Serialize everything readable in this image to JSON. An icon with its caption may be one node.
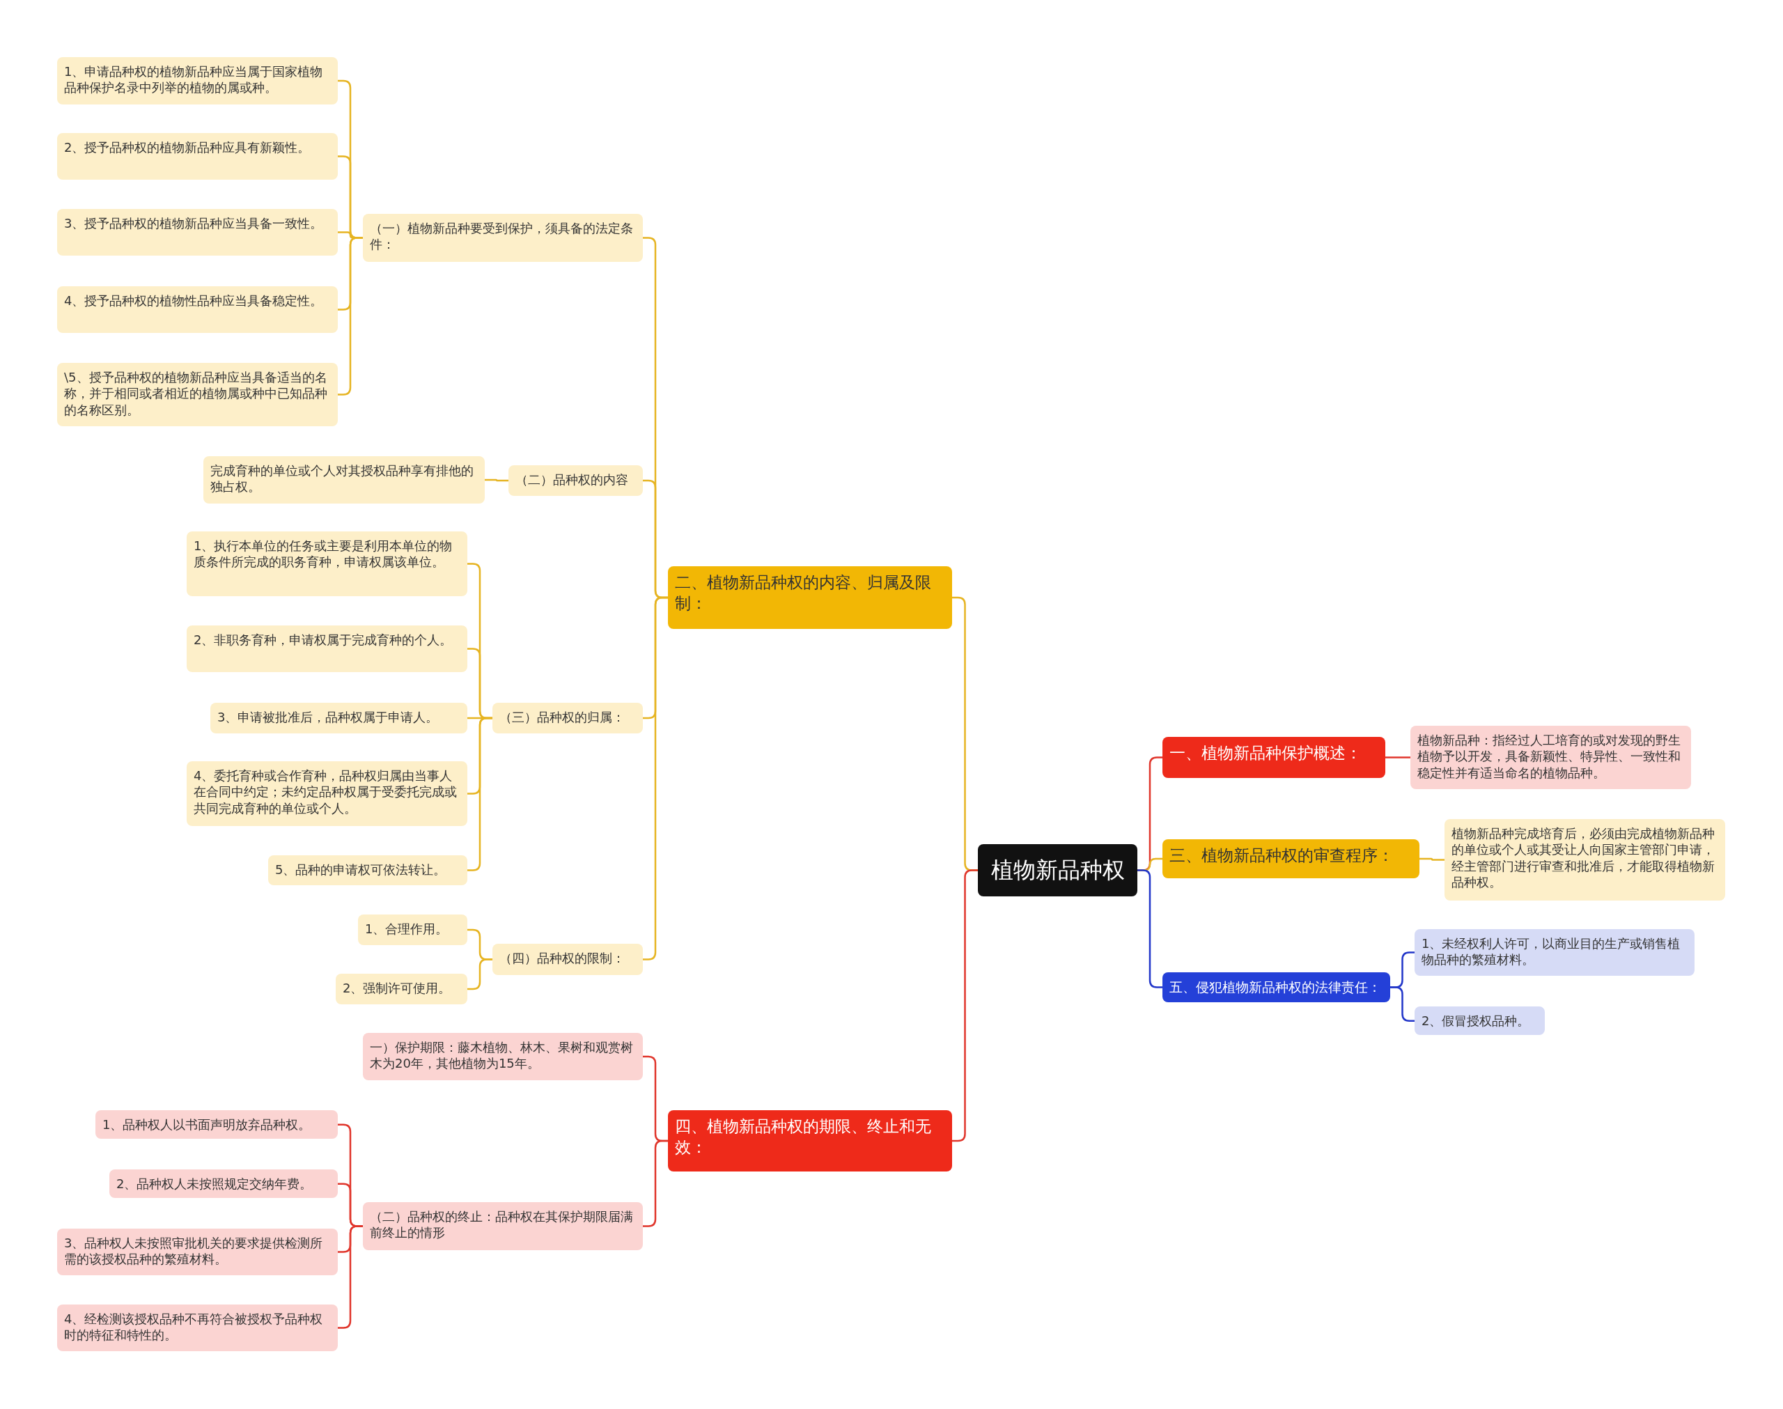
{
  "diagram": {
    "nodes": [
      {
        "text": [
          "植物新品种权"
        ]
      },
      {
        "text": [
          "一、植物新品种保护概述："
        ]
      },
      {
        "text": [
          "植物新品种：指经过人工培育的或对发现的野生植物予以开发，具备新颖性、特异性、一致性和稳定性并有适当命名的植物品种。"
        ]
      },
      {
        "text": [
          "三、植物新品种权的审查程序："
        ]
      },
      {
        "text": [
          "植物新品种完成培育后，必须由完成植物新品种的单位或个人或其受让人向国家主管部门申请，经主管部门进行审查和批准后，才能取得植物新品种权。"
        ]
      },
      {
        "text": [
          "五、侵犯植物新品种权的法律责任："
        ]
      },
      {
        "text": [
          "1、未经权利人许可，以商业目的生产或销售植物品种的繁殖材料。"
        ]
      },
      {
        "text": [
          "2、假冒授权品种。"
        ]
      },
      {
        "text": [
          "二、植物新品种权的内容、归属及限制："
        ]
      },
      {
        "text": [
          "（一）植物新品种要受到保护，须具备的法定条件："
        ]
      },
      {
        "text": [
          "1、申请品种权的植物新品种应当属于国家植物品种保护名录中列举的植物的属或种。"
        ]
      },
      {
        "text": [
          "2、授予品种权的植物新品种应具有新颖性。"
        ]
      },
      {
        "text": [
          "3、授予品种权的植物新品种应当具备一致性。"
        ]
      },
      {
        "text": [
          "4、授予品种权的植物性品种应当具备稳定性。"
        ]
      },
      {
        "text": [
          "\\5、授予品种权的植物新品种应当具备适当的名称，并于相同或者相近的植物属或种中已知品种的名称区别。"
        ]
      },
      {
        "text": [
          "（二）品种权的内容"
        ]
      },
      {
        "text": [
          "完成育种的单位或个人对其授权品种享有排他的独占权。"
        ]
      },
      {
        "text": [
          "（三）品种权的归属："
        ]
      },
      {
        "text": [
          "1、执行本单位的任务或主要是利用本单位的物质条件所完成的职务育种，申请权属该单位。"
        ]
      },
      {
        "text": [
          "2、非职务育种，申请权属于完成育种的个人。"
        ]
      },
      {
        "text": [
          "3、申请被批准后，品种权属于申请人。"
        ]
      },
      {
        "text": [
          "4、委托育种或合作育种，品种权归属由当事人在合同中约定；未约定品种权属于受委托完成或共同完成育种的单位或个人。"
        ]
      },
      {
        "text": [
          "5、品种的申请权可依法转让。"
        ]
      },
      {
        "text": [
          "（四）品种权的限制："
        ]
      },
      {
        "text": [
          "1、合理作用。"
        ]
      },
      {
        "text": [
          "2、强制许可使用。"
        ]
      },
      {
        "text": [
          "四、植物新品种权的期限、终止和无效："
        ]
      },
      {
        "text": [
          "一）保护期限：藤木植物、林木、果树和观赏树木为20年，其他植物为15年。"
        ]
      },
      {
        "text": [
          "（二）品种权的终止：品种权在其保护期限届满前终止的情形"
        ]
      },
      {
        "text": [
          "1、品种权人以书面声明放弃品种权。"
        ]
      },
      {
        "text": [
          "2、品种权人未按照规定交纳年费。"
        ]
      },
      {
        "text": [
          "3、品种权人未按照审批机关的要求提供检测所需的该授权品种的繁殖材料。"
        ]
      },
      {
        "text": [
          "4、经检测该授权品种不再符合被授权予品种权时的特征和特性的。"
        ]
      }
    ],
    "edges": [
      {
        "from": 0,
        "to": 1,
        "arrow": "none",
        "color": "#e0352b"
      },
      {
        "from": 1,
        "to": 2,
        "arrow": "none",
        "color": "#e0352b"
      },
      {
        "from": 0,
        "to": 3,
        "arrow": "none"
      },
      {
        "from": 3,
        "to": 4,
        "arrow": "none"
      },
      {
        "from": 0,
        "to": 5,
        "arrow": "none",
        "color": "#2236c9"
      },
      {
        "from": 5,
        "to": 6,
        "arrow": "none",
        "color": "#2236c9"
      },
      {
        "from": 5,
        "to": 7,
        "arrow": "none",
        "color": "#2236c9"
      },
      {
        "from": 0,
        "to": 8,
        "arrow": "none"
      },
      {
        "from": 8,
        "to": 9,
        "arrow": "none"
      },
      {
        "from": 9,
        "to": 10,
        "arrow": "none"
      },
      {
        "from": 9,
        "to": 11,
        "arrow": "none"
      },
      {
        "from": 9,
        "to": 12,
        "arrow": "none"
      },
      {
        "from": 9,
        "to": 13,
        "arrow": "none"
      },
      {
        "from": 9,
        "to": 14,
        "arrow": "none"
      },
      {
        "from": 8,
        "to": 15,
        "arrow": "none"
      },
      {
        "from": 15,
        "to": 16,
        "arrow": "none"
      },
      {
        "from": 8,
        "to": 17,
        "arrow": "none"
      },
      {
        "from": 17,
        "to": 18,
        "arrow": "none"
      },
      {
        "from": 17,
        "to": 19,
        "arrow": "none"
      },
      {
        "from": 17,
        "to": 20,
        "arrow": "none"
      },
      {
        "from": 17,
        "to": 21,
        "arrow": "none"
      },
      {
        "from": 17,
        "to": 22,
        "arrow": "none"
      },
      {
        "from": 8,
        "to": 23,
        "arrow": "none"
      },
      {
        "from": 23,
        "to": 24,
        "arrow": "none"
      },
      {
        "from": 23,
        "to": 25,
        "arrow": "none"
      },
      {
        "from": 0,
        "to": 26,
        "arrow": "none",
        "color": "#e0352b"
      },
      {
        "from": 26,
        "to": 27,
        "arrow": "none",
        "color": "#e0352b"
      },
      {
        "from": 26,
        "to": 28,
        "arrow": "none",
        "color": "#e0352b"
      },
      {
        "from": 28,
        "to": 29,
        "arrow": "none",
        "color": "#e0352b"
      },
      {
        "from": 28,
        "to": 30,
        "arrow": "none",
        "color": "#e0352b"
      },
      {
        "from": 28,
        "to": 31,
        "arrow": "none",
        "color": "#e0352b"
      },
      {
        "from": 28,
        "to": 32,
        "arrow": "none",
        "color": "#e0352b"
      }
    ]
  }
}
